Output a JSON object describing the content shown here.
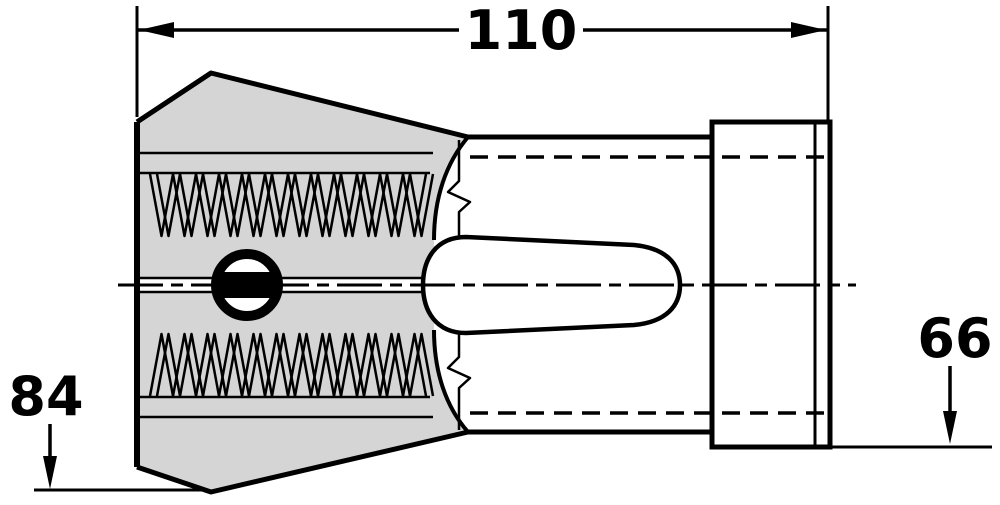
{
  "drawing": {
    "type": "technical-drawing",
    "part": "collet-cross-section",
    "dimensions": {
      "overall_length": "110",
      "head_diameter": "84",
      "body_diameter": "66"
    },
    "colors": {
      "line": "#000000",
      "section_fill": "#d5d5d5",
      "background": "#ffffff"
    }
  }
}
